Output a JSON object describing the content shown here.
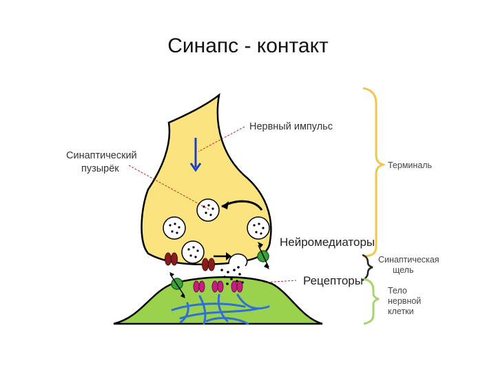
{
  "title": "Синапс - контакт",
  "labels": {
    "impulse": "Нервный импульс",
    "vesicle_line1": "Синаптический",
    "vesicle_line2": "пузырёк",
    "neurotransmitters": "Нейромедиаторы",
    "receptors": "Рецепторы",
    "terminal": "Терминаль",
    "cleft_line1": "Синаптическая",
    "cleft_line2": "щель",
    "body_line1": "Тело",
    "body_line2": "нервной",
    "body_line3": "клетки"
  },
  "colors": {
    "terminal_fill": "#fbe37f",
    "cell_body_fill": "#9ad24d",
    "terminal_brace": "#f3c54a",
    "cleft_brace": "#222222",
    "body_brace": "#a6d46a",
    "impulse_arrow": "#1c3fc4",
    "receptor": "#c81e7e",
    "channel": "#8b1c1c",
    "transporter": "#3aa23a",
    "dendrite_fibers": "#2f6fd6",
    "pointer_lines": "#cc2020"
  },
  "icons": [
    "impulse-arrow-icon",
    "synaptic-vesicle-icon",
    "receptor-icon",
    "ion-channel-icon",
    "transporter-icon"
  ]
}
